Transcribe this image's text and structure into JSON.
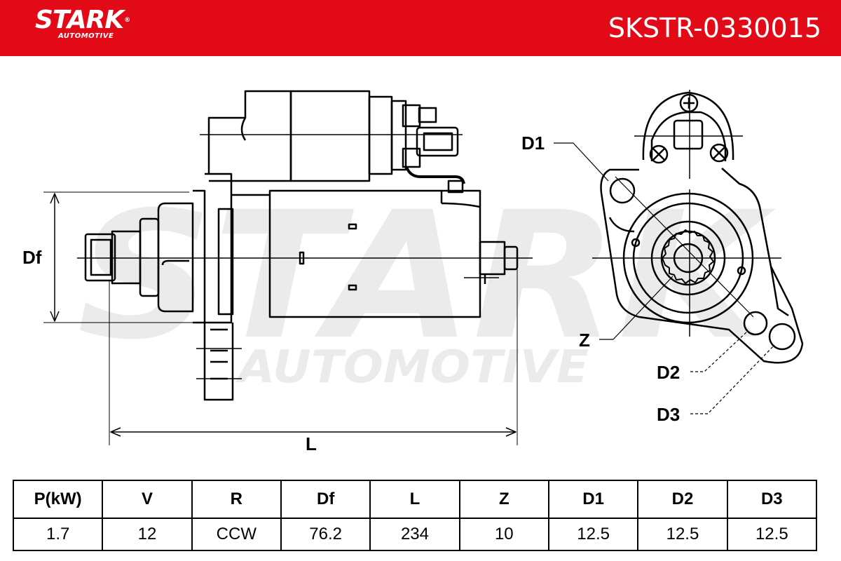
{
  "brand": {
    "name": "STARK",
    "registered": "®",
    "subline": "AUTOMOTIVE",
    "color": "#e30a18"
  },
  "part_number": "SKSTR-0330015",
  "watermark": {
    "line1": "STARK",
    "line2": "AUTOMOTIVE"
  },
  "diagram_labels": {
    "df": "Df",
    "l": "L",
    "d1": "D1",
    "z": "Z",
    "d2": "D2",
    "d3": "D3"
  },
  "specs": {
    "headers": [
      "P(kW)",
      "V",
      "R",
      "Df",
      "L",
      "Z",
      "D1",
      "D2",
      "D3"
    ],
    "values": [
      "1.7",
      "12",
      "CCW",
      "76.2",
      "234",
      "10",
      "12.5",
      "12.5",
      "12.5"
    ]
  }
}
